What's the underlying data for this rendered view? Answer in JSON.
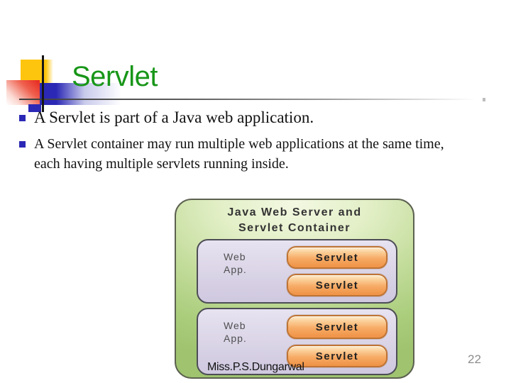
{
  "slide": {
    "title": "Servlet",
    "bullets": [
      "A Servlet is part of a Java web application.",
      "A Servlet container may run multiple web applications at the same time, each having multiple servlets running inside."
    ],
    "footer_author": "Miss.P.S.Dungarwal",
    "page_number": "22"
  },
  "diagram": {
    "container_title_line1": "Java Web Server and",
    "container_title_line2": "Servlet Container",
    "web_apps": [
      {
        "label": "Web App.",
        "servlets": [
          "Servlet",
          "Servlet"
        ]
      },
      {
        "label": "Web App.",
        "servlets": [
          "Servlet",
          "Servlet"
        ]
      }
    ]
  },
  "colors": {
    "title_green": "#189618",
    "bullet_marker_blue": "#2b28b5",
    "deco_yellow": "#fec50f",
    "deco_red": "#e6261f",
    "deco_blue": "#2b28b5",
    "server_box_green_light": "#f3f8e2",
    "server_box_green_dark": "#9fc36f",
    "webapp_lavender": "#dcd6e8",
    "servlet_orange": "#f19a4f",
    "servlet_border_orange": "#bf7434",
    "page_number_gray": "#8c8c8c"
  }
}
